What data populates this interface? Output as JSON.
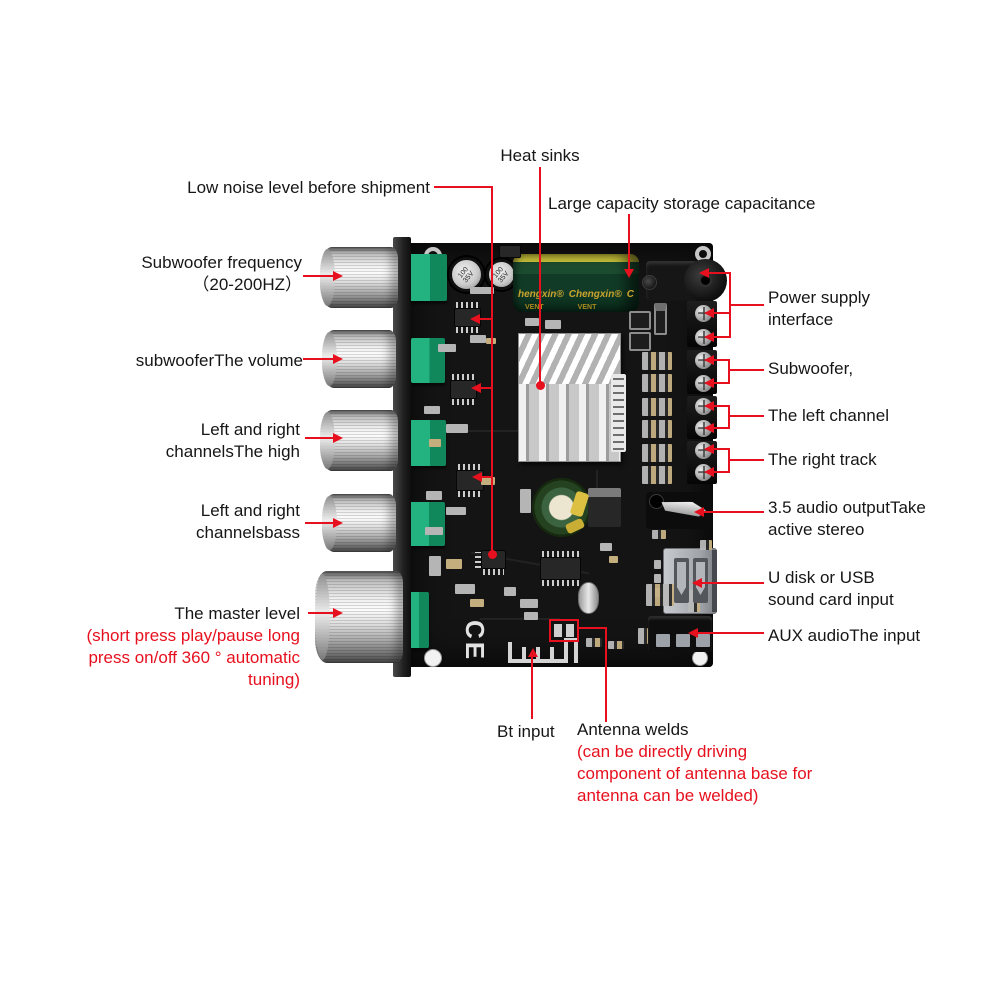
{
  "image_type": "annotated product diagram of a Bluetooth subwoofer amplifier PCB",
  "colors": {
    "callout_red": "#e7101e",
    "label_text": "#161616",
    "pcb": "#141414",
    "potentiometer_green": "#1fae7c",
    "capacitor_green": "#113b26",
    "capacitor_stripe_yellow": "#cdc83b",
    "heatsink_silver": "#c8c8c8",
    "brand_gold": "#caa32e",
    "background": "#ffffff"
  },
  "annotations": {
    "heat_sinks": "Heat sinks",
    "low_noise": "Low noise level before shipment",
    "large_capacitor": "Large capacity storage capacitance",
    "subwoofer_frequency": {
      "line1": "Subwoofer frequency",
      "line2": "（20-200HZ）"
    },
    "subwoofer_volume": "subwooferThe volume",
    "treble": {
      "line1": "Left and right",
      "line2": "channelsThe high"
    },
    "bass": {
      "line1": "Left and right",
      "line2": "channelsbass"
    },
    "master_level": {
      "title": "The master level",
      "note1": "(short press play/pause long",
      "note2": "press on/off 360 ° automatic",
      "note3": "tuning)"
    },
    "power": {
      "line1": "Power supply",
      "line2": "interface"
    },
    "subwoofer_out": "Subwoofer,",
    "left_channel": "The left channel",
    "right_channel": "The right track",
    "audio_out_35": {
      "line1": "3.5 audio outputTake",
      "line2": "active stereo"
    },
    "usb": {
      "line1": "U disk or USB",
      "line2": "sound card input"
    },
    "aux_in": "AUX audioThe input",
    "bt_input": "Bt input",
    "antenna": {
      "title": "Antenna welds",
      "note1": "(can be directly driving",
      "note2": "component of antenna base for",
      "note3": "antenna can be welded)"
    }
  },
  "board_text": {
    "cap_brand_left": "hengxin®",
    "cap_brand_mid": "Chengxin®",
    "cap_brand_right": "C",
    "cap_vent_left": "VENT",
    "cap_vent_mid": "VENT",
    "ecap1_value": "100",
    "ecap1_voltage": "35V",
    "ecap2_value": "100",
    "ecap2_voltage": "35V",
    "ce_mark": "CE"
  }
}
